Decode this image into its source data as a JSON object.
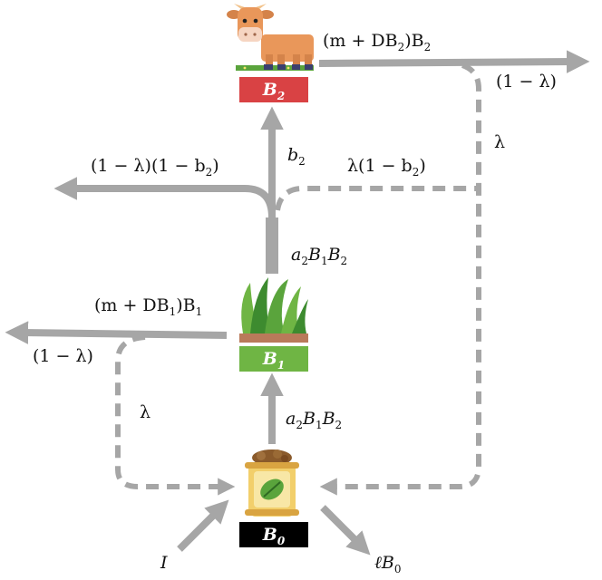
{
  "nodes": {
    "b2": {
      "label": "B",
      "sub": "2",
      "color": "#d94244",
      "icon": "cow-icon"
    },
    "b1": {
      "label": "B",
      "sub": "1",
      "color": "#6fb544",
      "icon": "grass-icon"
    },
    "b0": {
      "label": "B",
      "sub": "0",
      "color": "#000000",
      "icon": "fertilizer-sack-icon"
    }
  },
  "edges": {
    "b2_mortality": {
      "pre": "(m + DB",
      "sub": "2",
      "post": ")B",
      "sub2": "2"
    },
    "b2_export": {
      "text": "(1 − λ)"
    },
    "b2_recycle": {
      "text": "λ"
    },
    "b2_assim": {
      "main": "b",
      "sub": "2"
    },
    "uneaten_export": {
      "text": "(1 − λ)(1 − b",
      "sub": "2",
      "post": ")"
    },
    "uneaten_recycle": {
      "text": "λ(1 − b",
      "sub": "2",
      "post": ")"
    },
    "graze": {
      "a": "a",
      "asub": "2",
      "b": "B",
      "bsub": "1",
      "c": "B",
      "csub": "2"
    },
    "b1_mortality": {
      "pre": "(m + DB",
      "sub": "1",
      "post": ")B",
      "sub2": "1"
    },
    "b1_export": {
      "text": "(1 − λ)"
    },
    "b1_recycle": {
      "text": "λ"
    },
    "uptake": {
      "a": "a",
      "asub": "2",
      "b": "B",
      "bsub": "1",
      "c": "B",
      "csub": "2"
    },
    "input": {
      "text": "I"
    },
    "loss": {
      "pre": "ℓB",
      "sub": "0"
    }
  },
  "colors": {
    "arrow": "#a6a6a6",
    "cow": "#e9975a",
    "grass": "#5aa43c",
    "sack": "#f2cf6b"
  }
}
